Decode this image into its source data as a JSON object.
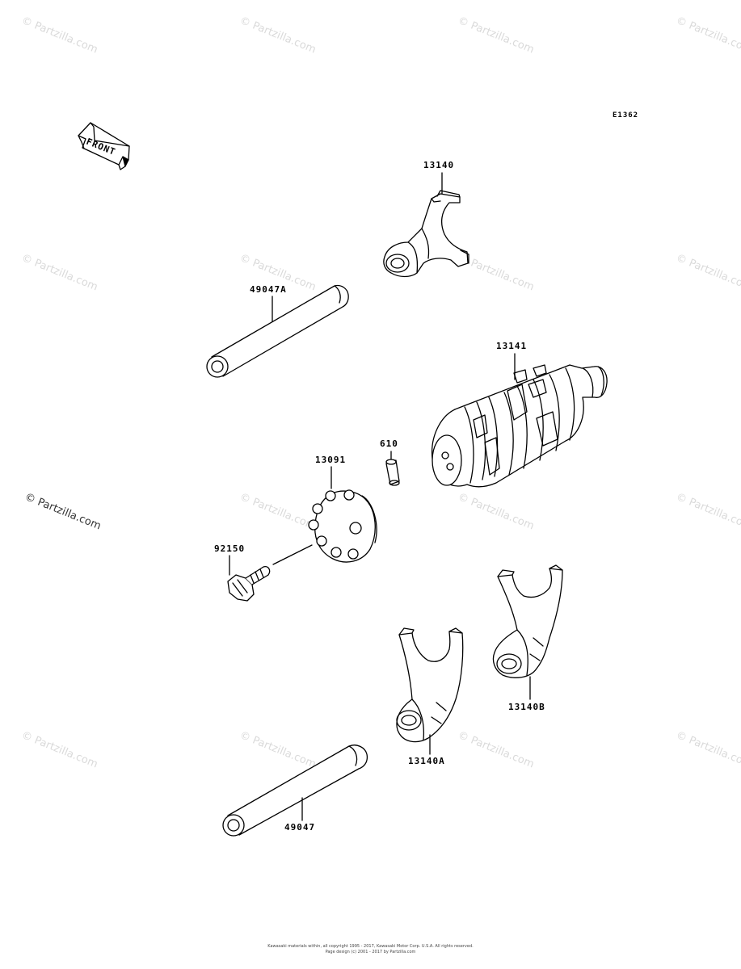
{
  "diagram_code": "E1362",
  "front_label": "FRONT",
  "watermark_text": "© Partzilla.com",
  "parts": [
    {
      "id": "fork_top",
      "number": "13140"
    },
    {
      "id": "shaft_top",
      "number": "49047A"
    },
    {
      "id": "drum",
      "number": "13141"
    },
    {
      "id": "pin",
      "number": "610"
    },
    {
      "id": "holder",
      "number": "13091"
    },
    {
      "id": "bolt",
      "number": "92150"
    },
    {
      "id": "fork_b",
      "number": "13140B"
    },
    {
      "id": "fork_a",
      "number": "13140A"
    },
    {
      "id": "shaft_bottom",
      "number": "49047"
    }
  ],
  "copyright_line1": "Kawasaki materials within, all copyright 1995 - 2017, Kawasaki Motor Corp. U.S.A. All rights reserved.",
  "copyright_line2": "Page design (c) 2001 - 2017 by Partzilla.com"
}
